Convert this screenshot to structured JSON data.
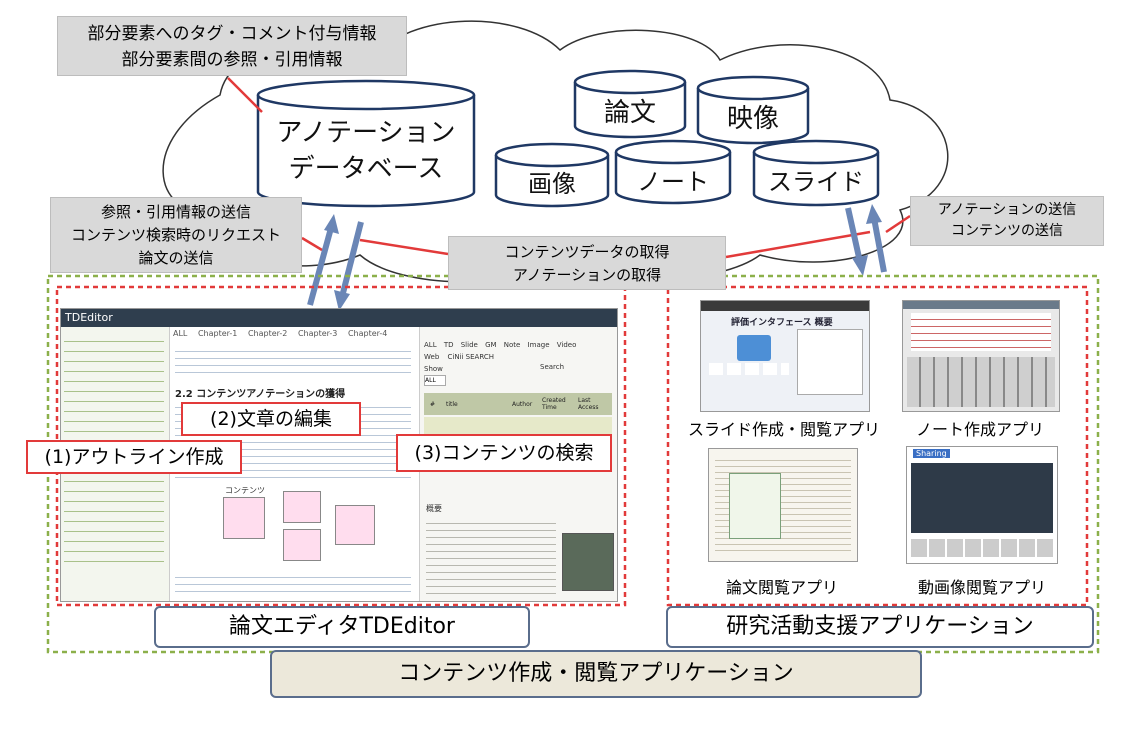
{
  "top_note": {
    "line1": "部分要素へのタグ・コメント付与情報",
    "line2": "部分要素間の参照・引用情報"
  },
  "databases": {
    "annotation": {
      "line1": "アノテーション",
      "line2": "データベース"
    },
    "paper": "論文",
    "video": "映像",
    "image": "画像",
    "note": "ノート",
    "slide": "スライド"
  },
  "left_note": {
    "line1": "参照・引用情報の送信",
    "line2": "コンテンツ検索時のリクエスト",
    "line3": "論文の送信"
  },
  "center_note": {
    "line1": "コンテンツデータの取得",
    "line2": "アノテーションの取得"
  },
  "right_note": {
    "line1": "アノテーションの送信",
    "line2": "コンテンツの送信"
  },
  "editor": {
    "app_title": "TDEditor",
    "tabs": [
      "ALL",
      "Chapter-1",
      "Chapter-2",
      "Chapter-3",
      "Chapter-4"
    ],
    "section_heading": "2.2 コンテンツアノテーションの獲得",
    "callout_outline": "(1)アウトライン作成",
    "callout_edit": "(2)文章の編集",
    "callout_search": "(3)コンテンツの検索",
    "search_tabs": [
      "ALL",
      "TD",
      "Slide",
      "GM",
      "Note",
      "Image",
      "Video"
    ],
    "search_tabs2": [
      "Web",
      "CiNii SEARCH"
    ],
    "search_label": "Search",
    "show_label": "Show",
    "show_value": "ALL",
    "table_headers": [
      "#",
      "title",
      "Author",
      "Created Time",
      "Last Access"
    ],
    "summary_label": "概要",
    "diagram_label": "コンテンツ"
  },
  "apps": {
    "slide": "スライド作成・閲覧アプリ",
    "note": "ノート作成アプリ",
    "paper": "論文閲覧アプリ",
    "video": "動画像閲覧アプリ",
    "slide_screen_title": "評価インタフェース 概要",
    "video_screen_title": "Sharing"
  },
  "labels": {
    "editor_title": "論文エディタTDEditor",
    "research_title": "研究活動支援アプリケーション",
    "bottom_title": "コンテンツ作成・閲覧アプリケーション"
  },
  "colors": {
    "red": "#e23a3a",
    "green_dash": "#8cb04a",
    "navy": "#1f3864",
    "arrow": "#6a86b6",
    "gray_note": "#d9d9d9"
  }
}
